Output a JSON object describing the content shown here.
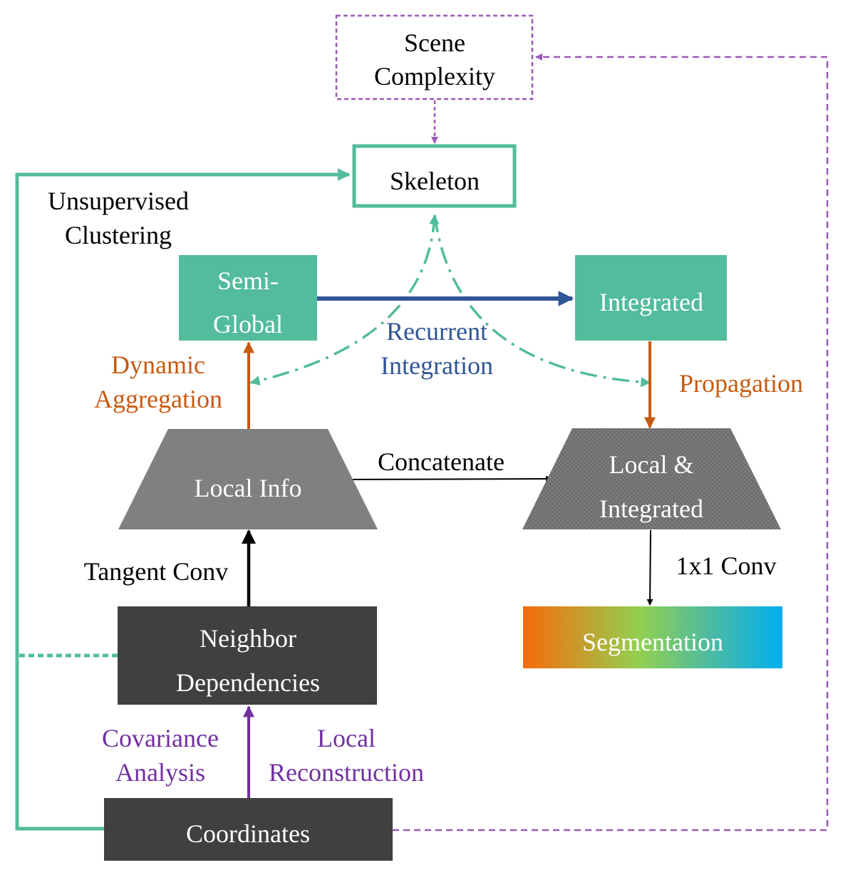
{
  "colors": {
    "teal": "#52bc9c",
    "orange": "#c55a11",
    "blue": "#2f5597",
    "purple": "#7030a0",
    "purple_dashed": "#9b59b6",
    "gray": "#808080",
    "dark": "#404040",
    "black": "#000000",
    "white": "#ffffff",
    "seg_gradient": [
      "#f76b0b",
      "#92d050",
      "#52bc9c",
      "#00b0f0"
    ]
  },
  "nodes": {
    "scene_complexity": {
      "line1": "Scene",
      "line2": "Complexity"
    },
    "skeleton": {
      "label": "Skeleton"
    },
    "semi_global": {
      "line1": "Semi-",
      "line2": "Global"
    },
    "integrated": {
      "label": "Integrated"
    },
    "local_info": {
      "label": "Local Info"
    },
    "local_integrated": {
      "line1": "Local &",
      "line2": "Integrated"
    },
    "neighbor": {
      "line1": "Neighbor",
      "line2": "Dependencies"
    },
    "segmentation": {
      "label": "Segmentation"
    },
    "coordinates": {
      "label": "Coordinates"
    }
  },
  "edges": {
    "unsupervised": {
      "line1": "Unsupervised",
      "line2": "Clustering"
    },
    "dynamic": {
      "line1": "Dynamic",
      "line2": "Aggregation"
    },
    "recurrent": {
      "line1": "Recurrent",
      "line2": "Integration"
    },
    "propagation": {
      "label": "Propagation"
    },
    "concatenate": {
      "label": "Concatenate"
    },
    "tangent": {
      "label": "Tangent Conv"
    },
    "conv1x1": {
      "label": "1x1 Conv"
    },
    "covariance": {
      "line1": "Covariance",
      "line2": "Analysis"
    },
    "reconstruction": {
      "line1": "Local",
      "line2": "Reconstruction"
    }
  }
}
